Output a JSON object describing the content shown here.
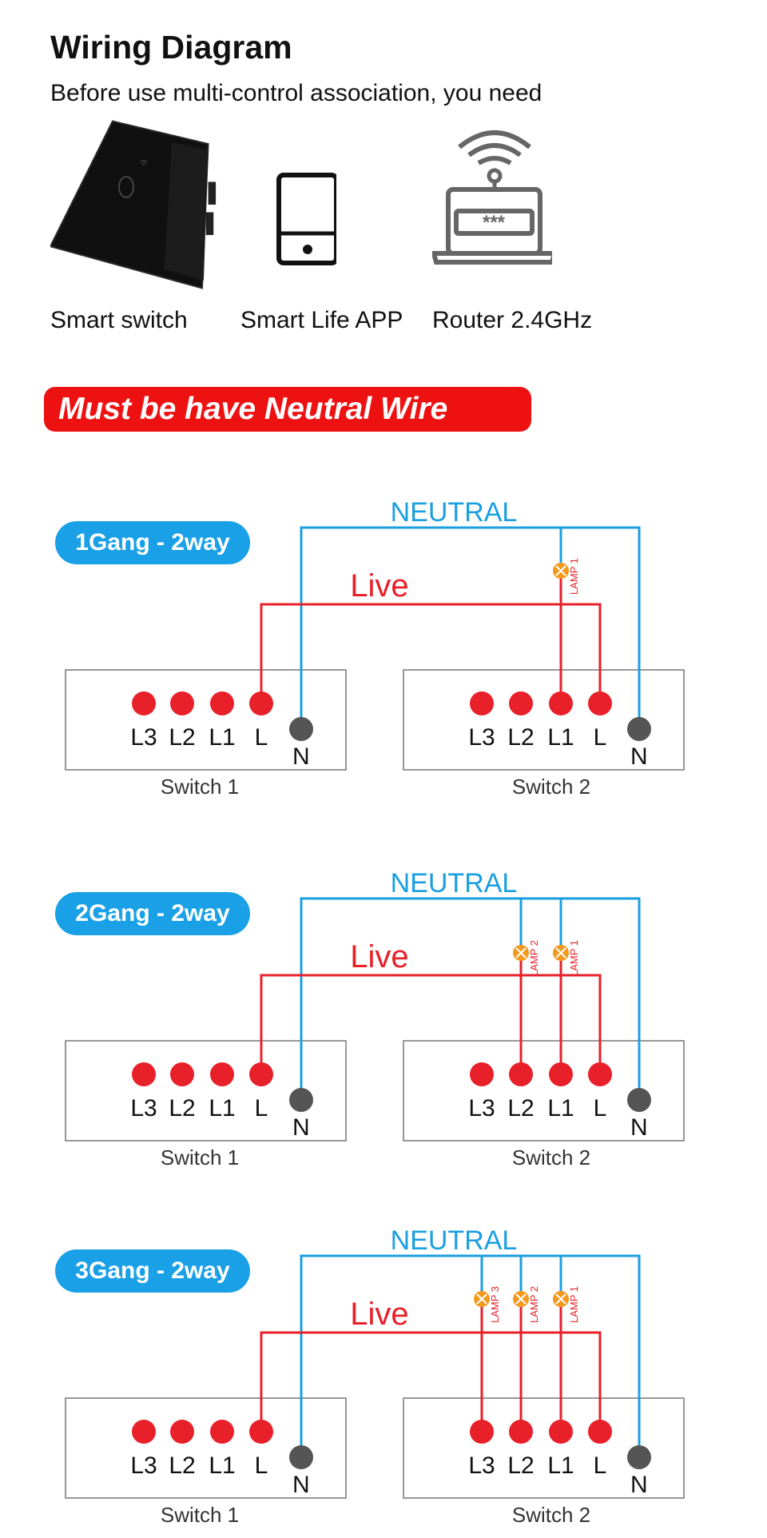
{
  "header": {
    "title": "Wiring Diagram",
    "subtitle": "Before use multi-control association, you need"
  },
  "requirements": [
    {
      "label": "Smart switch",
      "icon": "smart-switch-icon"
    },
    {
      "label": "Smart Life APP",
      "icon": "phone-icon"
    },
    {
      "label": "Router 2.4GHz",
      "icon": "router-icon"
    }
  ],
  "banner": "Must be have Neutral Wire",
  "colors": {
    "neutral": "#1a9fe0",
    "live": "#e8202a",
    "lamp": "#f39a1e",
    "banner": "#ee1111",
    "pill": "#19a0e6"
  },
  "terminals": {
    "l3": "L3",
    "l2": "L2",
    "l1": "L1",
    "l": "L",
    "n": "N"
  },
  "wires": {
    "neutral": "NEUTRAL",
    "live": "Live"
  },
  "lamps": {
    "lamp1": "LAMP 1",
    "lamp2": "LAMP 2",
    "lamp3": "LAMP 3"
  },
  "switches": {
    "s1": "Switch 1",
    "s2": "Switch 2"
  },
  "diagrams": [
    {
      "label": "1Gang - 2way",
      "lamps": 1
    },
    {
      "label": "2Gang - 2way",
      "lamps": 2
    },
    {
      "label": "3Gang - 2way",
      "lamps": 3
    }
  ]
}
